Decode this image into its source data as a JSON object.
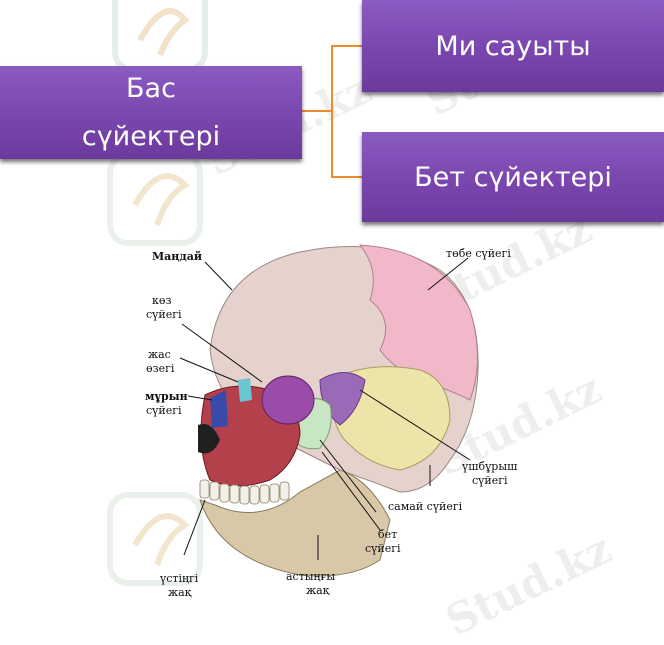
{
  "boxes": {
    "root_line1": "Бас",
    "root_line2": "сүйектері",
    "top": "Ми сауыты",
    "bottom": "Бет сүйектері"
  },
  "watermark": "Stud.kz",
  "labels": {
    "mandai": "Маңдай",
    "tobe": "төбе сүйегі",
    "koz_1": "көз",
    "koz_2": "сүйегі",
    "zhas_1": "жас",
    "zhas_2": "өзегі",
    "muryn_1": "мұрын",
    "muryn_2": "сүйегі",
    "ushburysh_1": "үшбұрыш",
    "ushburysh_2": "сүйегі",
    "samai": "самай сүйегі",
    "bet_1": "бет",
    "bet_2": "сүйегі",
    "ustingi_1": "үстіңгі",
    "ustingi_2": "жақ",
    "astyngy_1": "астыңғы",
    "astyngy_2": "жақ"
  },
  "colors": {
    "box_purple": "#7a46ae",
    "connector": "#f08a2c",
    "cranium": "#e6d2cc",
    "parietal": "#f0b8c8",
    "sphenoid": "#9a6ab8",
    "temporal": "#ece4a8",
    "zygomatic": "#c8e6c4",
    "maxilla": "#b4404c",
    "mandible": "#d8c8a8",
    "orbit": "#9a4ca8"
  }
}
